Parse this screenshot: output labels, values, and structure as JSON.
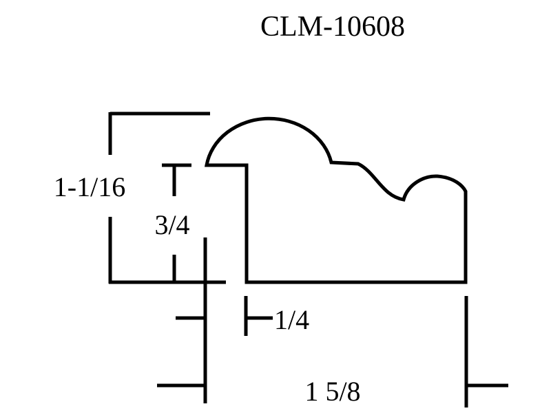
{
  "title": "CLM-10608",
  "dimensions": {
    "total_height": "1-1/16",
    "rabbet_height": "3/4",
    "rabbet_width": "1/4",
    "total_width": "1 5/8"
  },
  "colors": {
    "line": "#000000",
    "background": "#ffffff"
  }
}
